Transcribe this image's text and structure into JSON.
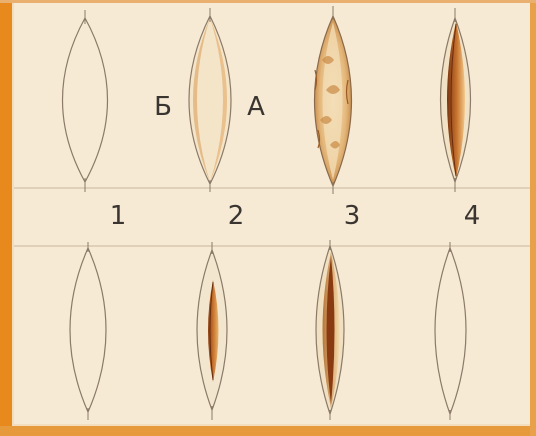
{
  "labels": {
    "left_side": "Б",
    "right_side": "А",
    "stages": [
      "1",
      "2",
      "3",
      "4"
    ]
  },
  "colors": {
    "background": "#f3dfc0",
    "panel": "#f7ecd8",
    "outline": "#8a7a68",
    "wound_dark": "#a0521c",
    "wound_mid": "#cf8a3c",
    "wound_light": "#f0c070",
    "frame_orange": "#e8891e"
  }
}
